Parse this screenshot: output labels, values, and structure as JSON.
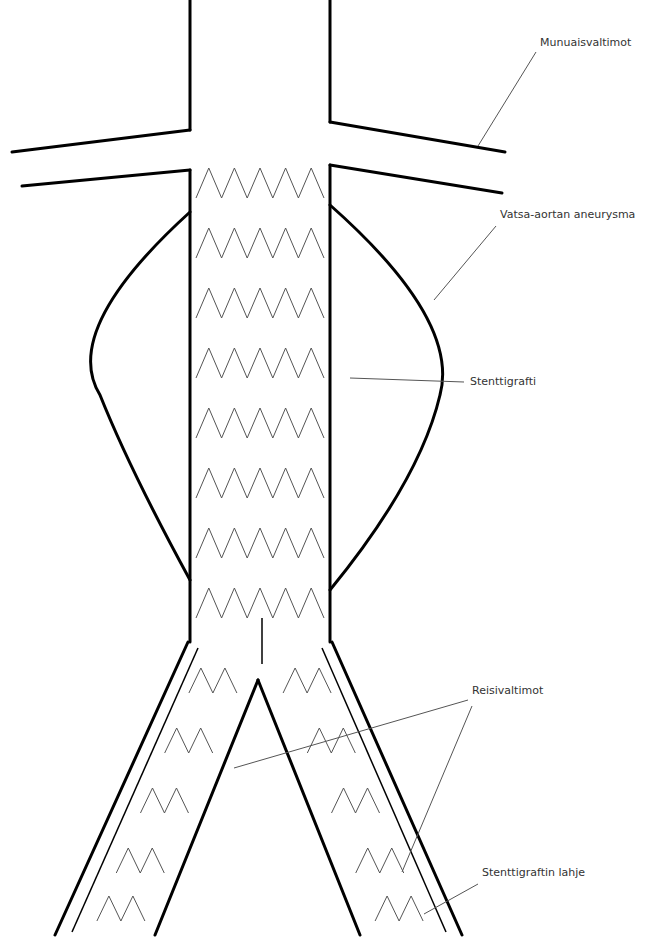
{
  "diagram": {
    "labels": [
      "Munuaisvaltimot",
      "Vatsa-aortan aneurysma",
      "Stenttigrafti",
      "Reisivaltimot",
      "Stenttigraftin lahje"
    ]
  }
}
